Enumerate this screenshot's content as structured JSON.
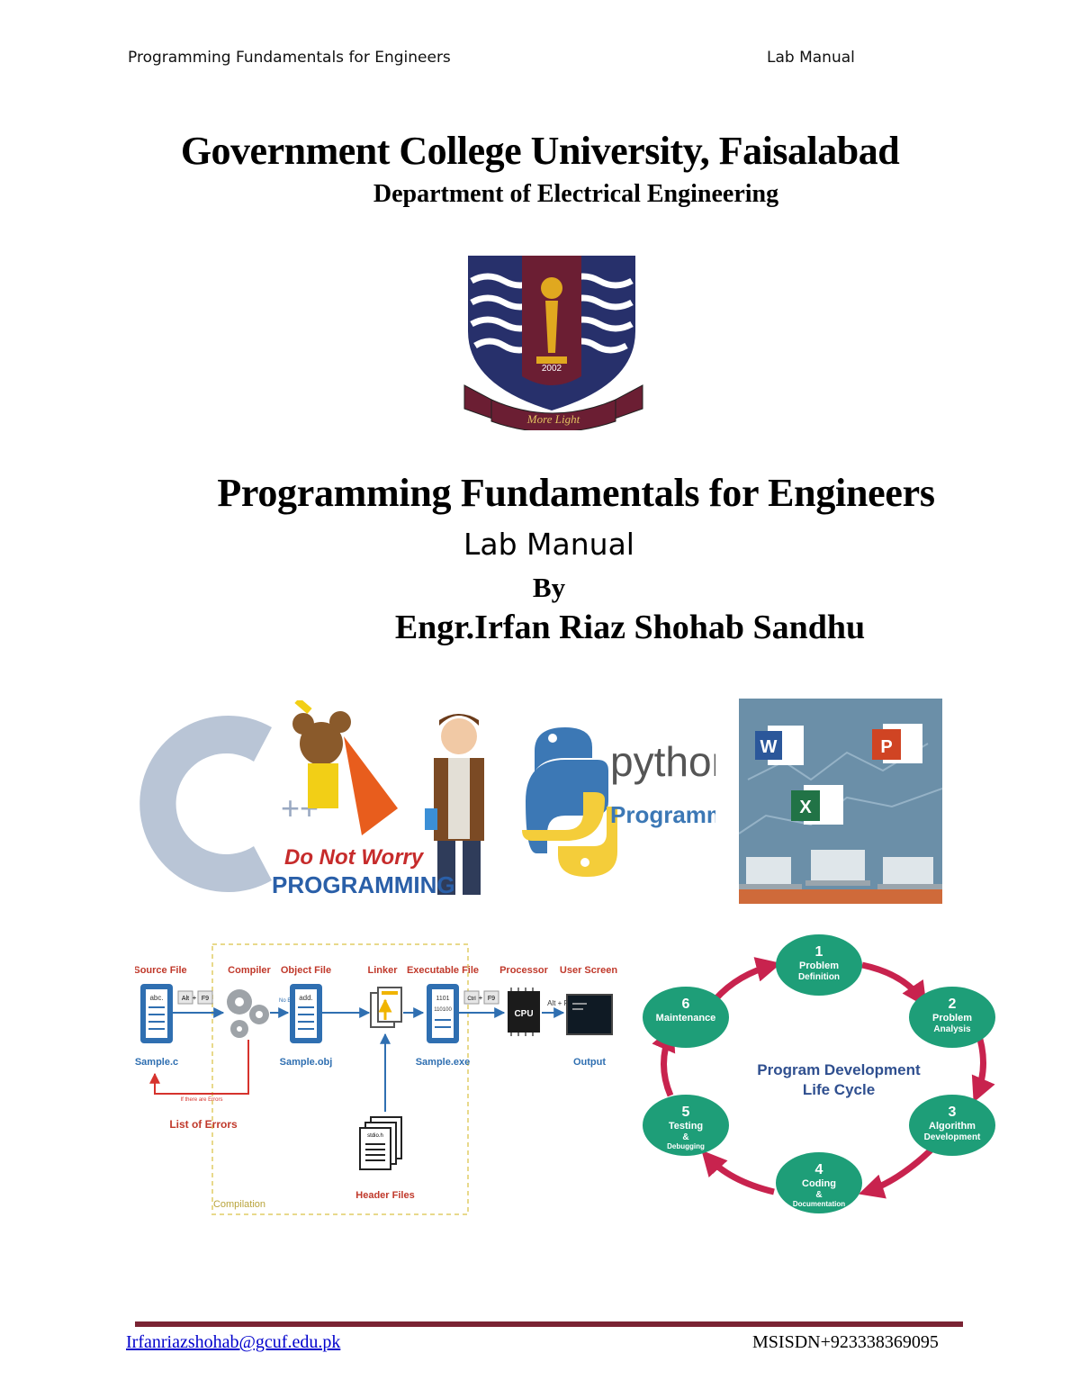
{
  "header": {
    "left": "Programming Fundamentals for Engineers",
    "right": "Lab Manual"
  },
  "title": {
    "university": "Government College University, Faisalabad",
    "department": "Department of Electrical Engineering",
    "course": "Programming Fundamentals for Engineers",
    "subtitle": "Lab Manual",
    "by": "By",
    "author": "Engr.Irfan Riaz Shohab Sandhu"
  },
  "logo": {
    "year": "2002",
    "motto": "More Light",
    "colors": {
      "maroon": "#6b1e33",
      "navy": "#27306b",
      "gold": "#e0a81f"
    }
  },
  "cpp_banner": {
    "plus": "++",
    "tagline": "Do Not Worry",
    "word": "PROGRAMMING"
  },
  "python_banner": {
    "word": "python",
    "sub": "Programming"
  },
  "office_banner": {
    "word_letter": "W",
    "excel_letter": "X",
    "ppt_letter": "P"
  },
  "compile_diagram": {
    "labels": {
      "source": "Source File",
      "compiler": "Compiler",
      "object": "Object File",
      "linker": "Linker",
      "executable": "Executable File",
      "processor": "Processor",
      "screen": "User Screen"
    },
    "files": {
      "source": "Sample.c",
      "object": "Sample.obj",
      "executable": "Sample.exe",
      "output": "Output"
    },
    "doc_text": {
      "source": "abc.",
      "object": "add.",
      "exe1": "1101",
      "exe2": "110100",
      "headers": "stdio.h"
    },
    "keys": {
      "k1": "Alt",
      "k2": "F9",
      "k3": "Ctrl",
      "k4": "F9",
      "k5": "Alt + F5"
    },
    "cpu": "CPU",
    "no_errors": "No Errors",
    "if_errors": "If there are Errors",
    "errors": "List of Errors",
    "header_files": "Header Files",
    "compilation": "Compilation"
  },
  "pdlc": {
    "title1": "Program Development",
    "title2": "Life Cycle",
    "steps": [
      {
        "num": "1",
        "l1": "Problem",
        "l2": "Definition",
        "l3": ""
      },
      {
        "num": "2",
        "l1": "Problem",
        "l2": "Analysis",
        "l3": ""
      },
      {
        "num": "3",
        "l1": "Algorithm",
        "l2": "Development",
        "l3": ""
      },
      {
        "num": "4",
        "l1": "Coding",
        "l2": "&",
        "l3": "Documentation"
      },
      {
        "num": "5",
        "l1": "Testing",
        "l2": "&",
        "l3": "Debugging"
      },
      {
        "num": "6",
        "l1": "Maintenance",
        "l2": "",
        "l3": ""
      }
    ],
    "colors": {
      "node": "#1e9e78",
      "arrow": "#c8234e"
    }
  },
  "footer": {
    "email": "Irfanriazshohab@gcuf.edu.pk",
    "phone": "MSISDN+923338369095"
  }
}
